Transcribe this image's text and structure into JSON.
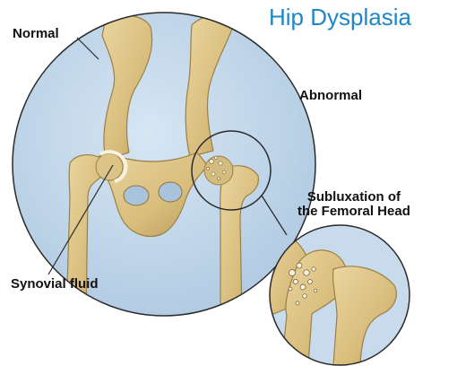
{
  "title": "Hip Dysplasia",
  "labels": {
    "normal": "Normal",
    "abnormal": "Abnormal",
    "subluxation_line1": "Subluxation of",
    "subluxation_line2": "the Femoral Head",
    "synovial_fluid": "Synovial fluid"
  },
  "colors": {
    "title_blue": "#1f86c8",
    "circle_fill": "#bfd6ea",
    "bone": "#dcc487",
    "bone_shadow": "#a98a4a",
    "cartilage": "#f7f1e0",
    "outline": "#2b2b2b"
  }
}
